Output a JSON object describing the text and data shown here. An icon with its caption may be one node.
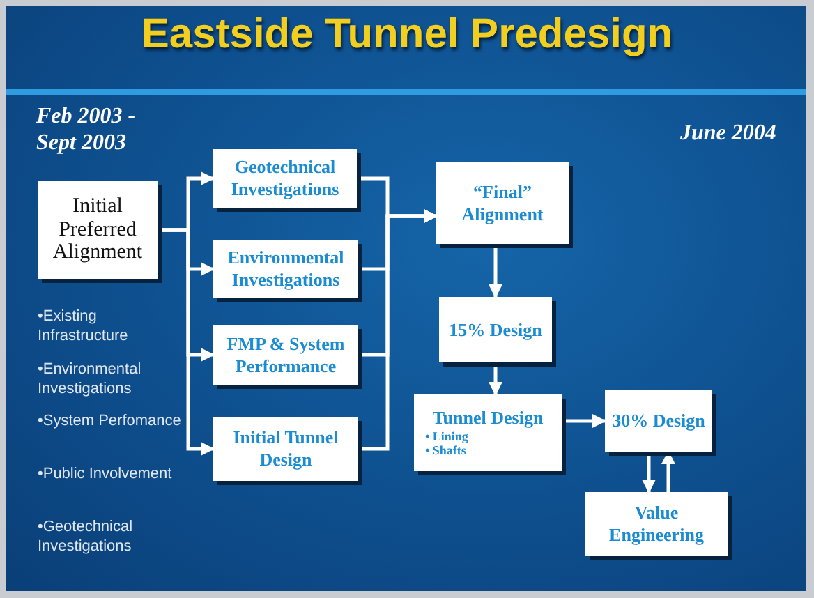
{
  "diagram": {
    "title": "Eastside Tunnel Predesign",
    "nodes": [
      {
        "text": [
          "Initial Preferred Alignment"
        ]
      },
      {
        "text": [
          "Geotechnical Investigations"
        ]
      },
      {
        "text": [
          "Environmental Investigations"
        ]
      },
      {
        "text": [
          "FMP & System Performance"
        ]
      },
      {
        "text": [
          "Initial Tunnel Design"
        ]
      },
      {
        "text": [
          "“Final” Alignment"
        ]
      },
      {
        "text": [
          "15% Design"
        ]
      },
      {
        "text": [
          "Tunnel Design",
          "• Lining",
          "• Shafts"
        ]
      },
      {
        "text": [
          "30% Design"
        ]
      },
      {
        "text": [
          "Value Engineering"
        ]
      }
    ],
    "edges": [
      {
        "from": 0,
        "to": 1,
        "arrow": "to"
      },
      {
        "from": 0,
        "to": 2,
        "arrow": "to"
      },
      {
        "from": 0,
        "to": 3,
        "arrow": "to"
      },
      {
        "from": 0,
        "to": 4,
        "arrow": "to"
      },
      {
        "from": 1,
        "to": 5,
        "arrow": "to"
      },
      {
        "from": 2,
        "to": 5,
        "arrow": "to"
      },
      {
        "from": 3,
        "to": 5,
        "arrow": "to"
      },
      {
        "from": 4,
        "to": 5,
        "arrow": "to"
      },
      {
        "from": 5,
        "to": 6,
        "arrow": "to"
      },
      {
        "from": 6,
        "to": 7,
        "arrow": "to"
      },
      {
        "from": 7,
        "to": 8,
        "arrow": "to"
      },
      {
        "from": 8,
        "to": 9,
        "arrow": "to"
      },
      {
        "from": 9,
        "to": 8,
        "arrow": "to"
      }
    ],
    "labels": [
      "Feb 2003 - Sept 2003",
      "June 2004",
      "•Existing Infrastructure",
      "•Environmental Investigations",
      "•System Perfomance",
      "•Public Involvement",
      "•Geotechnical Investigations"
    ]
  }
}
